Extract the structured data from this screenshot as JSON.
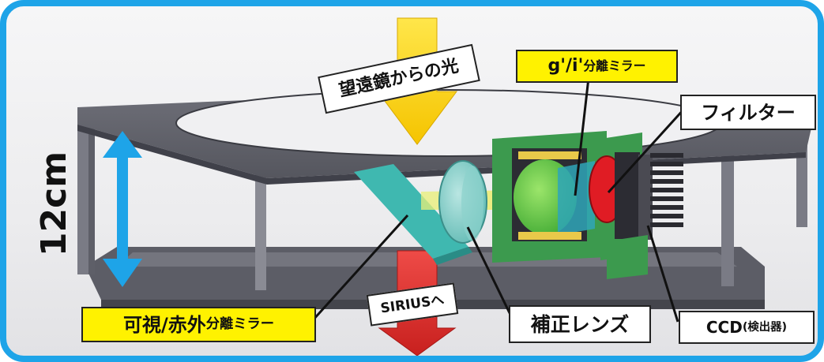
{
  "labels": {
    "telescope_light": "望遠鏡からの光",
    "gi_mirror_main": "g'/i'",
    "gi_mirror_suffix": "分離ミラー",
    "filter": "フィルター",
    "vis_ir_mirror_main": "可視/赤外",
    "vis_ir_mirror_suffix": "分離ミラー",
    "correction_lens": "補正レンズ",
    "ccd_main": "CCD",
    "ccd_suffix": "(検出器)",
    "to_sirius": "SIRIUSへ",
    "height": "12cm"
  },
  "colors": {
    "frame_border": "#1ea4e8",
    "dimension_arrow": "#1ea4e8",
    "highlight_label": "#fff200",
    "incoming_light_arrow": "#ffd400",
    "outgoing_light_arrow": "#e53935",
    "mirror": "#3fb8b0",
    "filter_disc": "#e01c24",
    "pcb": "#3c9a4e"
  }
}
